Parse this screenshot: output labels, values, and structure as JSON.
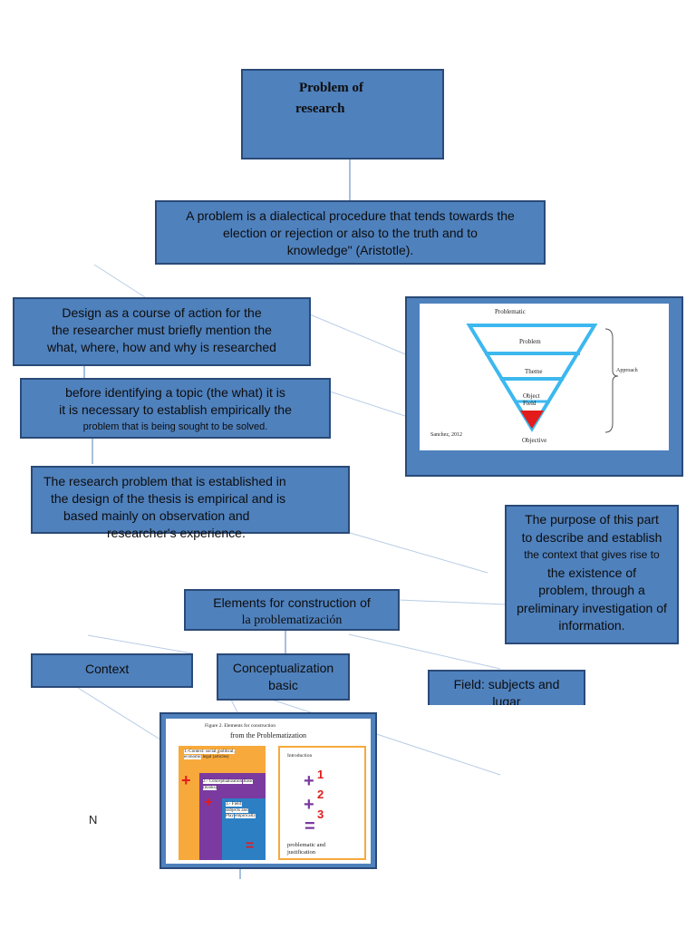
{
  "title_box": {
    "line1": "Problem of",
    "line2": "research"
  },
  "definition_box": {
    "line1": "A problem is a dialectical procedure that tends towards the",
    "line2": "election or rejection or also to the truth and to",
    "line3": "knowledge\" (Aristotle)."
  },
  "design_box": {
    "line1": "Design as a course of action for the",
    "line2": "the researcher must briefly mention the",
    "line3": "what, where, how and why is researched"
  },
  "before_box": {
    "line1": "before identifying a topic (the what) it is",
    "line2": "it is necessary to establish empirically the",
    "line3": "problem that is being sought to be solved."
  },
  "empirical_box": {
    "line1": "The research problem that is established in",
    "line2": "the design of the thesis is empirical and is",
    "line3": "based mainly on observation and",
    "line4": "researcher's experience."
  },
  "purpose_box": {
    "line1": "The purpose of this part",
    "line2": "to describe and establish",
    "line3": "the context that gives rise to",
    "line4": "the existence of",
    "line5": "problem, through a",
    "line6": "preliminary investigation of",
    "line7": "information."
  },
  "elements_box": {
    "line1": "Elements for construction of",
    "line2": "la problematización"
  },
  "context_box": {
    "label": "Context"
  },
  "conceptualization_box": {
    "line1": "Conceptualization",
    "line2": "basic"
  },
  "field_box": {
    "line1": "Field: subjects and",
    "line2": "lugar"
  },
  "stray_letter": "N",
  "triangle_figure": {
    "top_label": "Problematic",
    "levels": [
      "Problem",
      "Theme",
      "Object",
      "Field"
    ],
    "bottom_label": "Objective",
    "side_label": "Approach",
    "citation": "Sanchez, 2012",
    "colors": {
      "stroke": "#3db8ef",
      "tip": "#e31b1b"
    }
  },
  "elements_figure": {
    "caption_line1": "Figure 2. Elements for construction",
    "caption_line2": "from the Problematization",
    "col1_line1": "1.-Context: social,",
    "col1_line2": "political, economic",
    "col1_line3": "legal (articles)",
    "col2_line1": "2.- Conceptualization",
    "col2_line2": "Basic (books)",
    "col3_line1": "3.- Field:",
    "col3_line2": "subjects and",
    "col3_line3": "Play",
    "col3_line4": "empirically",
    "intro_label": "Introduction",
    "num1": "1",
    "num2": "2",
    "num3": "3",
    "plus": "+",
    "equals": "=",
    "result_line1": "problematic and",
    "result_line2": "justification",
    "colors": {
      "orange": "#f7a93b",
      "purple": "#7b3aa0",
      "blue": "#2d7fc4",
      "red": "#e31b1b",
      "frame": "#f7a93b"
    }
  }
}
